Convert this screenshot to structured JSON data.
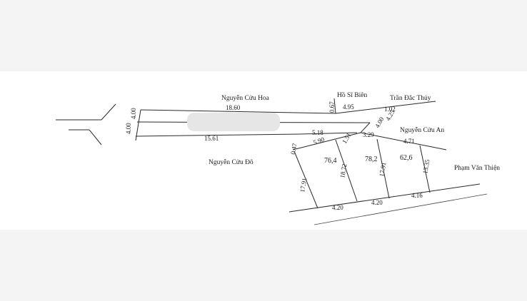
{
  "owners": {
    "nguyen_cuu_hoa": "Nguyễn Cửu Hoa",
    "ho_si_bien": "Hồ Sĩ Biên",
    "tran_dac_thuy": "Trần Đắc Thủy",
    "nguyen_cuu_an": "Nguyễn Cửu An",
    "nguyen_cuu_do": "Nguyễn Cửu Đô",
    "pham_van_thien": "Phạm Văn Thiện"
  },
  "dimensions": {
    "top_length": "18.60",
    "mid_length": "15.61",
    "mid_short": "5.18",
    "left_w1": "4.00",
    "left_w2": "4.00",
    "hsb_width": "4.95",
    "hsb_small": "0.67",
    "tdt_width": "1.02",
    "right_side": "4.00",
    "right_side2": "4.25",
    "lot1_top": "5.90",
    "lot1_right": "1.51",
    "lot2_top": "3.29",
    "lot3_top": "4.71",
    "lot_left_small": "0.47",
    "lot1_depth": "17.91",
    "lot2_depth": "18.72",
    "lot3_depth": "17.91",
    "lot4_depth": "13.35",
    "bottom1": "4.20",
    "bottom2": "4.20",
    "bottom3": "4.16"
  },
  "areas": {
    "lot1": "76,4",
    "lot2": "78,2",
    "lot3": "62,6"
  },
  "colors": {
    "line": "#2a2a2a",
    "background": "#f4f4f4",
    "sheet": "#ffffff"
  }
}
